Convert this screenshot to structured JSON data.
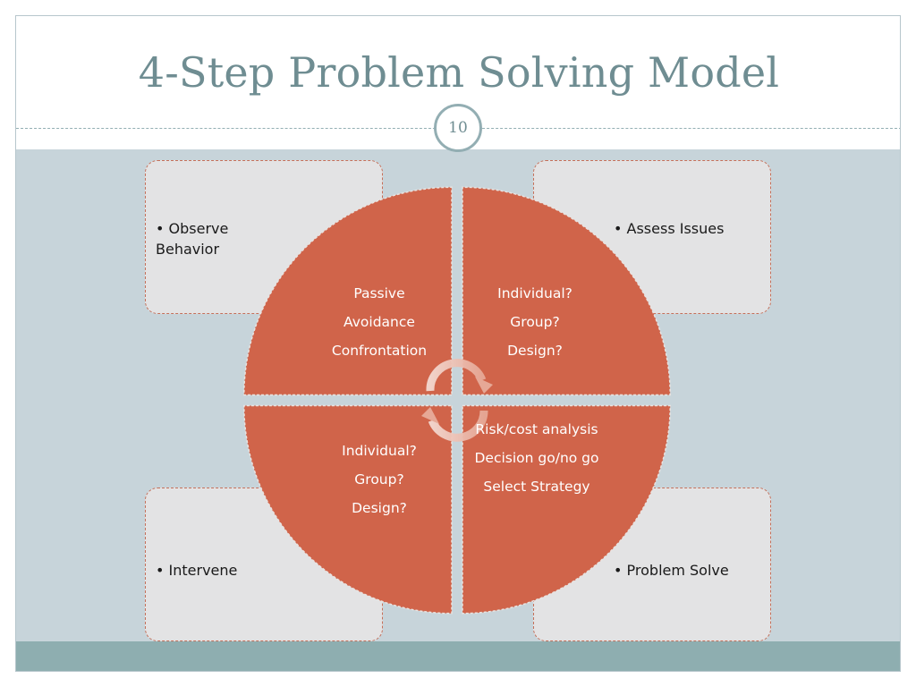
{
  "title": "4-Step Problem Solving Model",
  "page_number": "10",
  "steps": [
    {
      "label": "• Observe Behavior"
    },
    {
      "label": "• Assess Issues"
    },
    {
      "label": "• Intervene"
    },
    {
      "label": "• Problem Solve"
    }
  ],
  "quadrants": {
    "top_left": [
      "Passive",
      "Avoidance",
      "Confrontation"
    ],
    "top_right": [
      "Individual?",
      "Group?",
      "Design?"
    ],
    "bottom_left": [
      "Individual?",
      "Group?",
      "Design?"
    ],
    "bottom_right": [
      "Risk/cost analysis",
      "Decision go/no go",
      "Select Strategy"
    ]
  },
  "colors": {
    "title": "#6f8d92",
    "quadrant_fill": "#d0644a",
    "box_fill": "#e3e3e4",
    "content_band": "#c7d4da",
    "footer_band": "#8eaeb0"
  }
}
